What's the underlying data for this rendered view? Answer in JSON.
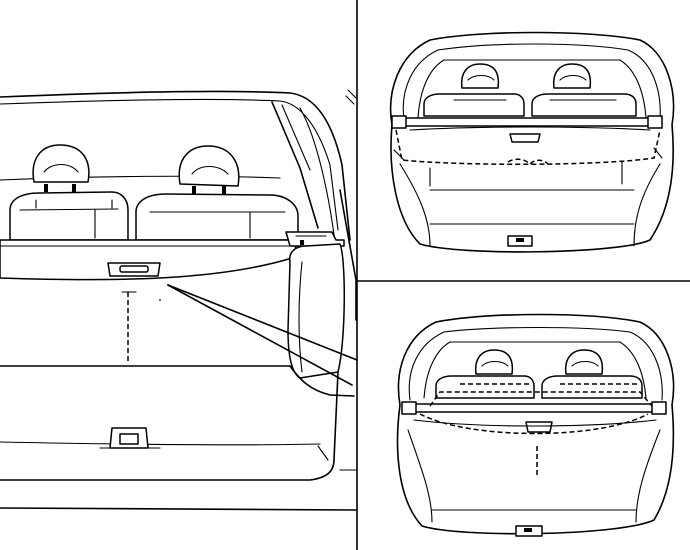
{
  "figure": {
    "panels": [
      {
        "view": "cargo-cover-closeup"
      },
      {
        "view": "cargo-cover-retracted"
      },
      {
        "view": "cargo-cover-extended"
      }
    ],
    "colors": {
      "ink": "#000000",
      "paper": "#ffffff"
    }
  }
}
